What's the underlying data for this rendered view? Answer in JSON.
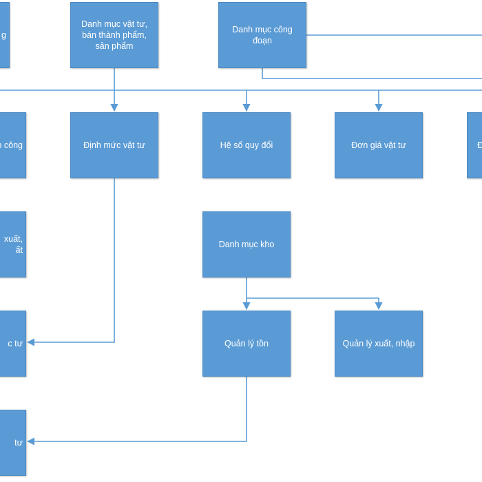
{
  "diagram": {
    "node_color": "#5b9bd5",
    "connector_color": "#5b9bd5",
    "nodes": [
      {
        "id": "n0",
        "label": "g"
      },
      {
        "id": "n1",
        "label": "Danh mục vật tư,\nbán thành phẩm,\nsản phẩm"
      },
      {
        "id": "n2",
        "label": "Danh mục công\nđoạn"
      },
      {
        "id": "n3",
        "label": "n công"
      },
      {
        "id": "n4",
        "label": "Định mức vật tư"
      },
      {
        "id": "n5",
        "label": "Hệ số quy đổi"
      },
      {
        "id": "n6",
        "label": "Đơn giá vật tư"
      },
      {
        "id": "n7",
        "label": "Địn"
      },
      {
        "id": "n8",
        "label": "xuất,\nất"
      },
      {
        "id": "n9",
        "label": "Danh mục kho"
      },
      {
        "id": "n10",
        "label": "c tư"
      },
      {
        "id": "n11",
        "label": "Quản lý tồn"
      },
      {
        "id": "n12",
        "label": "Quản lý xuất, nhập"
      },
      {
        "id": "n13",
        "label": "tư"
      }
    ]
  }
}
